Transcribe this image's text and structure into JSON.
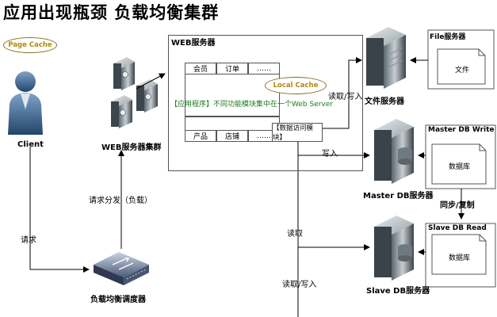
{
  "title": "应用出现瓶颈 负载均衡集群",
  "page_cache": "Page Cache",
  "client": "Client",
  "web_cluster": "WEB服务器集群",
  "request_dispatch": "请求分发（负载）",
  "request": "请求",
  "load_balancer": "负载均衡调度器",
  "web_server": {
    "title": "WEB服务器",
    "modules_top": [
      "会员",
      "订单",
      "……"
    ],
    "modules_bottom": [
      "产品",
      "店铺",
      "……"
    ],
    "local_cache": "Local Cache",
    "app_text": "【应用程序】不同功能模块集中在一个Web Server",
    "data_access": "【数据访问模块】"
  },
  "file_server": {
    "box_title": "File服务器",
    "doc": "文件",
    "label": "文件服务器",
    "edge": "读取/写入"
  },
  "master_db": {
    "box_title": "Master DB Write",
    "db": "数据库",
    "label": "Master DB服务器",
    "edge": "写入"
  },
  "replication": "同步/复制",
  "slave_db": {
    "box_title": "Slave DB Read",
    "db": "数据库",
    "label": "Slave DB服务器",
    "edge": "读取"
  },
  "read_write_bottom": "读取/写入"
}
